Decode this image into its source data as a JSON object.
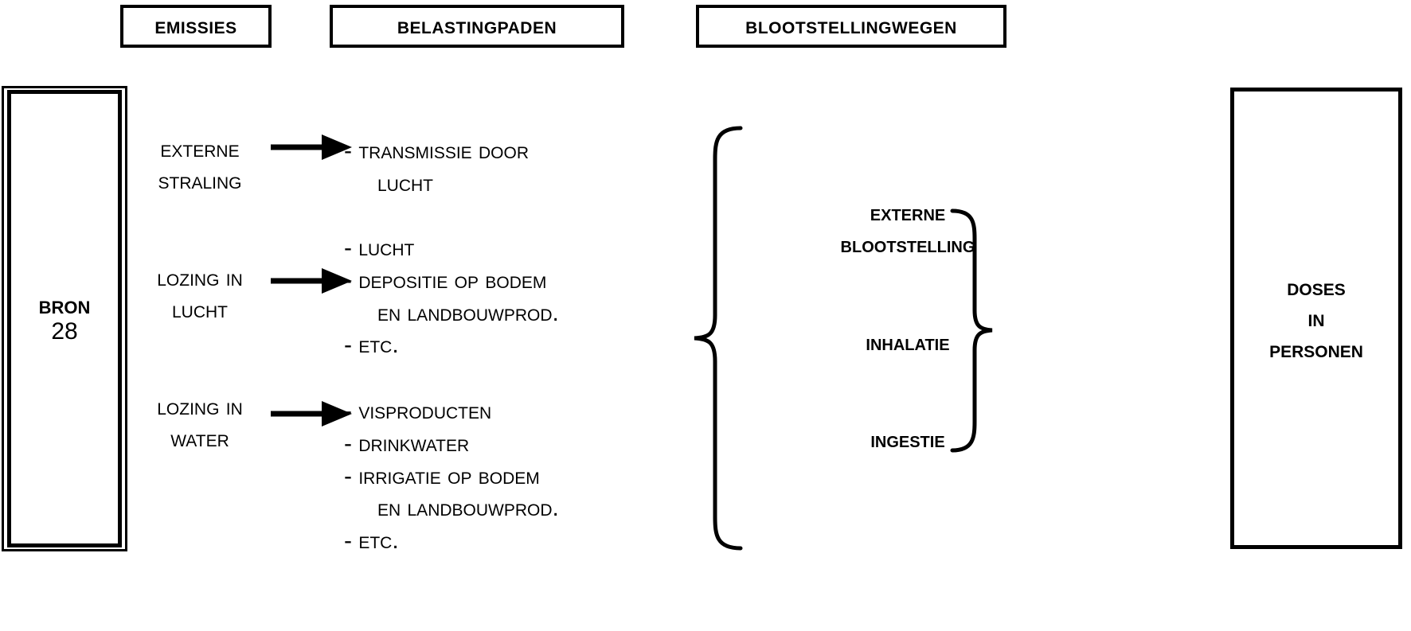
{
  "diagram": {
    "title": "Blootstellingsmodel schema",
    "language": "nl",
    "stroke_color": "#000000",
    "background_color": "#ffffff"
  },
  "headers": [
    {
      "label": "Emissies"
    },
    {
      "label": "Belastingpaden"
    },
    {
      "label": "Blootstellingwegen"
    }
  ],
  "source_box": {
    "title": "Bron",
    "number": "28"
  },
  "emissions": [
    {
      "line1": "Externe",
      "line2": "Straling"
    },
    {
      "line1": "Lozing in",
      "line2": "Lucht"
    },
    {
      "line1": "Lozing in",
      "line2": "Water"
    }
  ],
  "pathways": [
    {
      "lines": [
        {
          "text": "- Transmissie door",
          "indent": false
        },
        {
          "text": "Lucht",
          "indent": true
        }
      ]
    },
    {
      "lines": [
        {
          "text": "- Lucht",
          "indent": false
        },
        {
          "text": "- Depositie op Bodem",
          "indent": false
        },
        {
          "text": "en Landbouwprod.",
          "indent": true
        },
        {
          "text": "- etc.",
          "indent": false
        }
      ]
    },
    {
      "lines": [
        {
          "text": "- Visproducten",
          "indent": false
        },
        {
          "text": "- Drinkwater",
          "indent": false
        },
        {
          "text": "- Irrigatie op Bodem",
          "indent": false
        },
        {
          "text": "en Landbouwprod.",
          "indent": true
        },
        {
          "text": "- etc.",
          "indent": false
        }
      ]
    }
  ],
  "exposure_routes": [
    {
      "line1": "Externe",
      "line2": "blootstelling"
    },
    {
      "line1": "Inhalatie",
      "line2": ""
    },
    {
      "line1": "Ingestie",
      "line2": ""
    }
  ],
  "dose_box": {
    "line1": "Doses",
    "line2": "in",
    "line3": "Personen"
  },
  "connectors": {
    "arrow_count": 3,
    "arrow_icon": "right-arrow-icon",
    "left_brace_icon": "left-curly-brace-icon",
    "right_brace_icon": "right-curly-brace-icon"
  }
}
